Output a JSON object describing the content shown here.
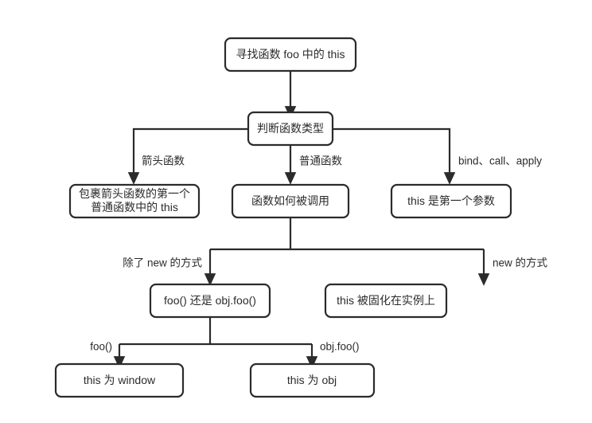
{
  "diagram": {
    "title": "寻找函数 foo 中的 this",
    "background_color": "#ffffff",
    "stroke_color": "#2b2b2b",
    "text_color": "#2b2b2b",
    "nodes": [
      {
        "id": "start",
        "label": "寻找函数 foo 中的 this"
      },
      {
        "id": "judge_type",
        "label": "判断函数类型"
      },
      {
        "id": "arrow_wrap",
        "line1": "包裹箭头函数的第一个",
        "line2": "普通函数中的 this"
      },
      {
        "id": "how_called",
        "label": "函数如何被调用"
      },
      {
        "id": "first_arg",
        "label": "this 是第一个参数"
      },
      {
        "id": "foo_or_obj",
        "label": "foo() 还是 obj.foo()"
      },
      {
        "id": "fixed_inst",
        "label": "this 被固化在实例上"
      },
      {
        "id": "this_window",
        "label": "this 为 window"
      },
      {
        "id": "this_obj",
        "label": "this 为 obj"
      }
    ],
    "edge_labels": [
      {
        "id": "arrow_fn",
        "text": "箭头函数"
      },
      {
        "id": "normal_fn",
        "text": "普通函数"
      },
      {
        "id": "bind_call",
        "text": "bind、call、apply"
      },
      {
        "id": "except_new",
        "text": "除了 new 的方式"
      },
      {
        "id": "new_way",
        "text": "new 的方式"
      },
      {
        "id": "plain_foo",
        "text": "foo()"
      },
      {
        "id": "obj_foo",
        "text": "obj.foo()"
      }
    ]
  }
}
